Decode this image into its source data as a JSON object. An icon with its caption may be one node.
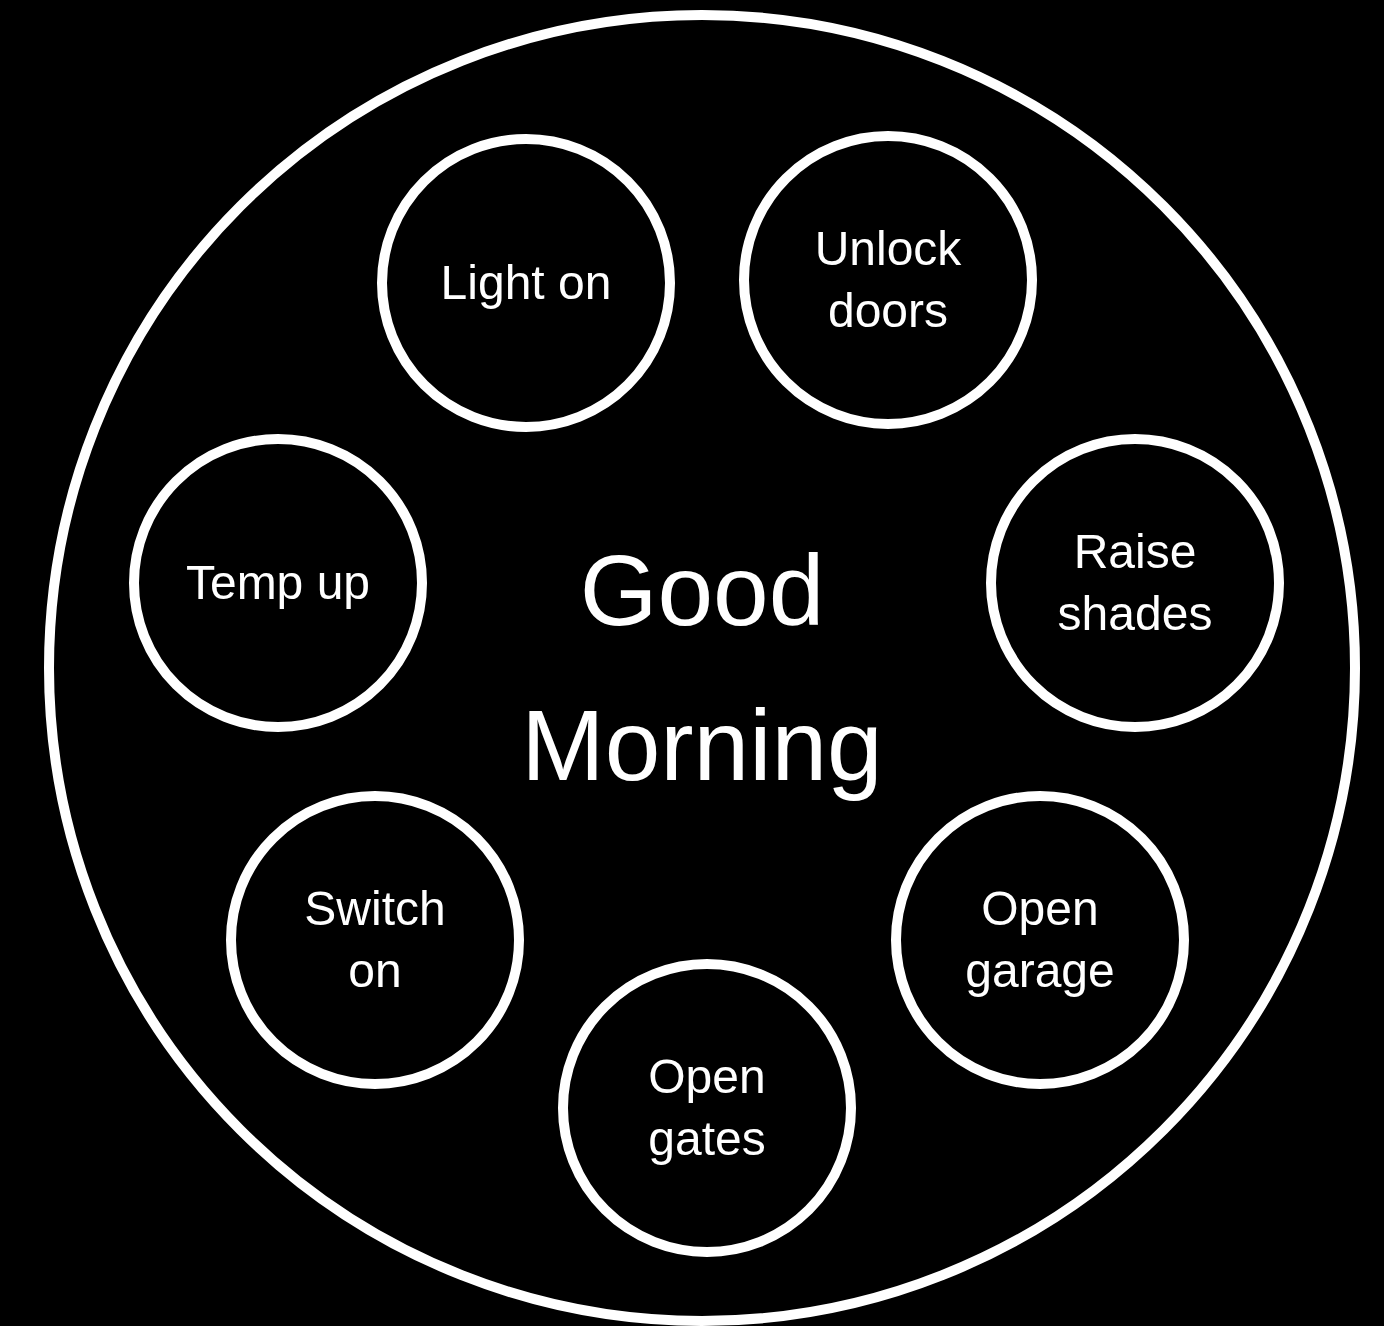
{
  "diagram": {
    "nodes": [
      {
        "text": [
          "Good Morning"
        ]
      },
      {
        "text": [
          "Light on"
        ],
        "in": 0
      },
      {
        "text": [
          "Unlock doors"
        ],
        "in": 0
      },
      {
        "text": [
          "Temp up"
        ],
        "in": 0
      },
      {
        "text": [
          "Raise shades"
        ],
        "in": 0
      },
      {
        "text": [
          "Switch on"
        ],
        "in": 0
      },
      {
        "text": [
          "Open garage"
        ],
        "in": 0
      },
      {
        "text": [
          "Open gates"
        ],
        "in": 0
      }
    ]
  }
}
